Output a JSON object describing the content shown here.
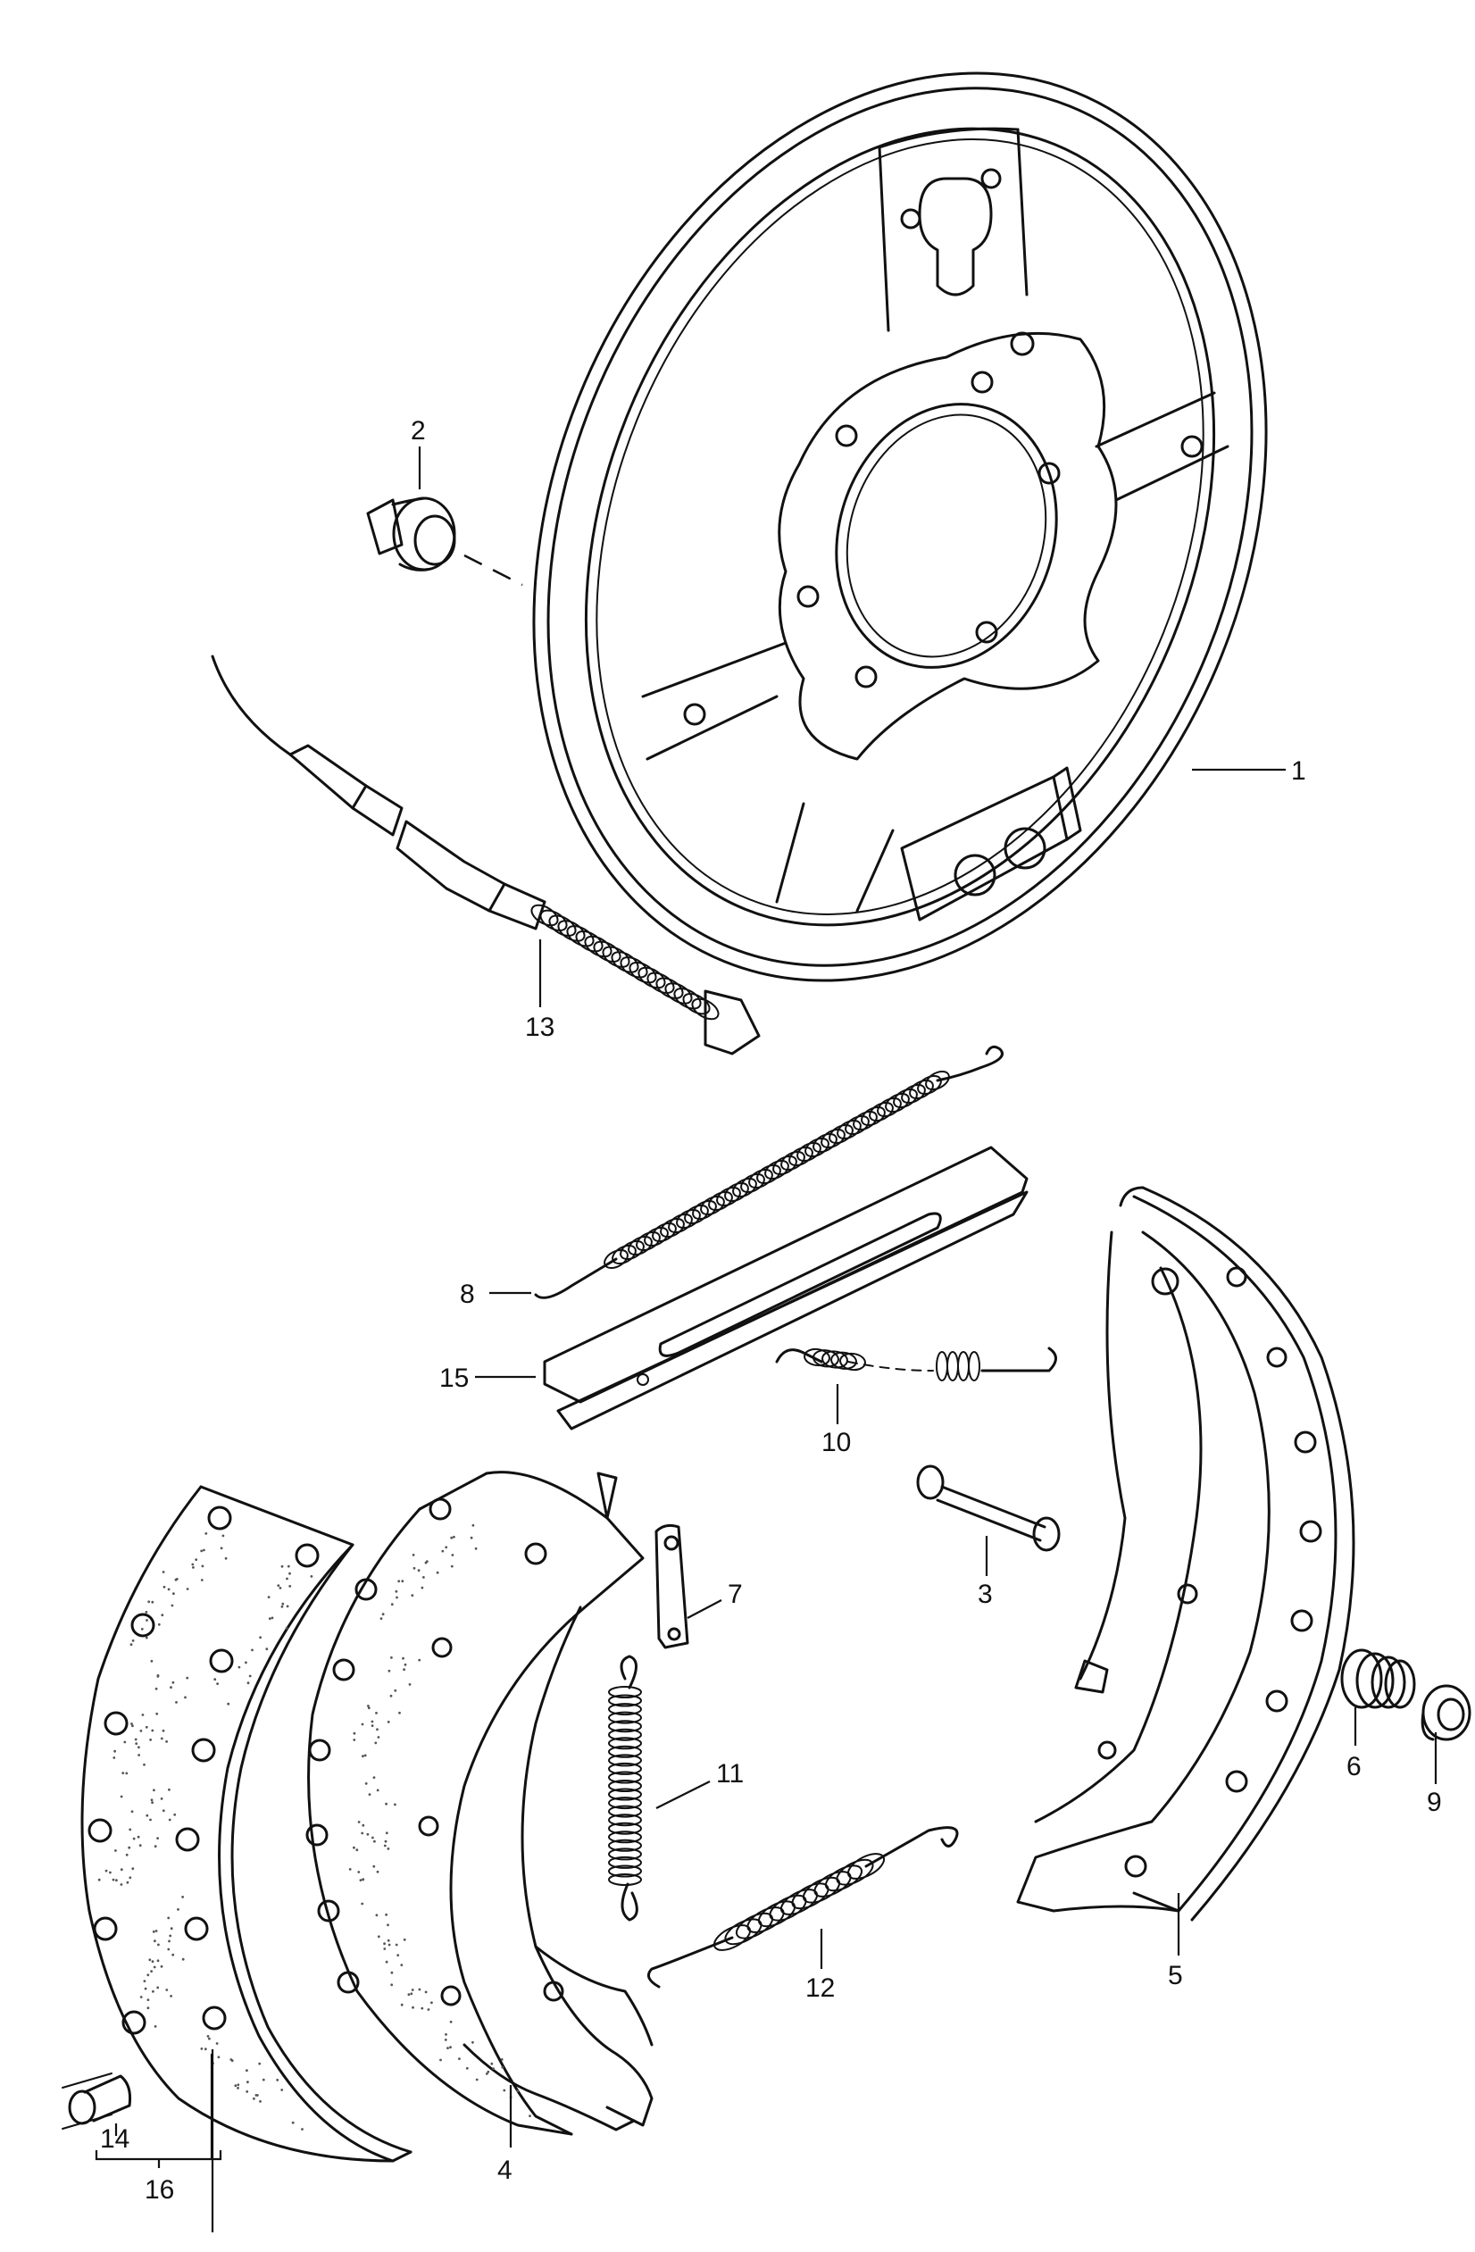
{
  "diagram": {
    "callouts": [
      {
        "id": "1",
        "text": "1"
      },
      {
        "id": "2",
        "text": "2"
      },
      {
        "id": "3",
        "text": "3"
      },
      {
        "id": "4",
        "text": "4"
      },
      {
        "id": "5",
        "text": "5"
      },
      {
        "id": "6",
        "text": "6"
      },
      {
        "id": "7",
        "text": "7"
      },
      {
        "id": "8",
        "text": "8"
      },
      {
        "id": "9",
        "text": "9"
      },
      {
        "id": "10",
        "text": "10"
      },
      {
        "id": "11",
        "text": "11"
      },
      {
        "id": "12",
        "text": "12"
      },
      {
        "id": "13",
        "text": "13"
      },
      {
        "id": "14",
        "text": "14"
      },
      {
        "id": "15",
        "text": "15"
      },
      {
        "id": "16",
        "text": "16"
      }
    ],
    "line_color": "#111111",
    "background": "#ffffff"
  }
}
